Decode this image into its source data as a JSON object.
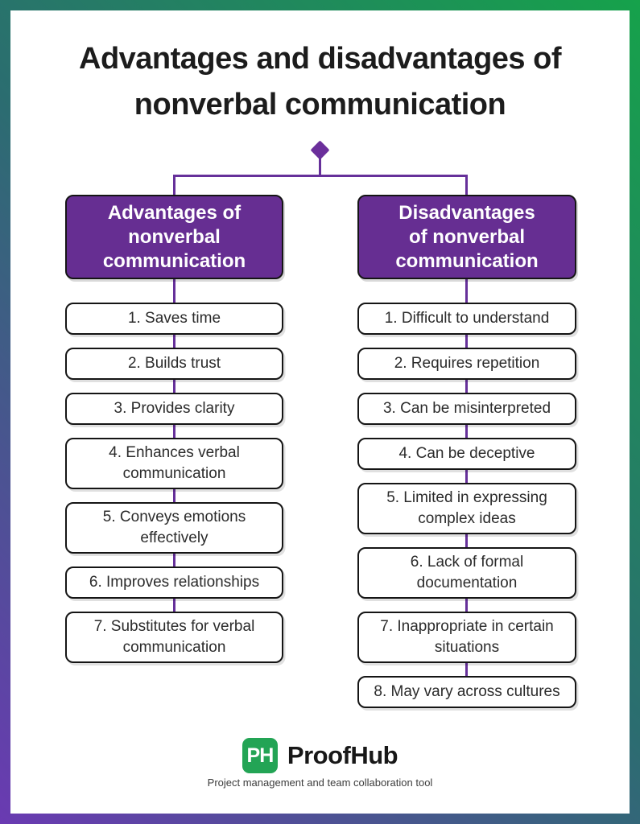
{
  "title": {
    "line1": "Advantages and disadvantages of",
    "line2": "nonverbal communication"
  },
  "colors": {
    "frame_gradient_start": "#6a3ab2",
    "frame_gradient_mid": "#2b6d70",
    "frame_gradient_end": "#16a24b",
    "header_purple": "#662e92",
    "connector_purple": "#66309a",
    "logo_green": "#23a455"
  },
  "columns": [
    {
      "heading_lines": [
        "Advantages of",
        "nonverbal",
        "communication"
      ],
      "items": [
        "1. Saves time",
        "2. Builds trust",
        "3. Provides clarity",
        "4. Enhances verbal communication",
        "5. Conveys emotions effectively",
        "6. Improves relationships",
        "7. Substitutes for verbal communication"
      ]
    },
    {
      "heading_lines": [
        "Disadvantages",
        "of nonverbal",
        "communication"
      ],
      "items": [
        "1. Difficult to understand",
        "2. Requires repetition",
        "3. Can be misinterpreted",
        "4. Can be deceptive",
        "5. Limited in expressing complex ideas",
        "6. Lack of formal documentation",
        "7. Inappropriate in certain situations",
        "8. May vary across cultures"
      ]
    }
  ],
  "footer": {
    "logo_text": "PH",
    "brand": "ProofHub",
    "tagline": "Project management and team collaboration tool"
  }
}
